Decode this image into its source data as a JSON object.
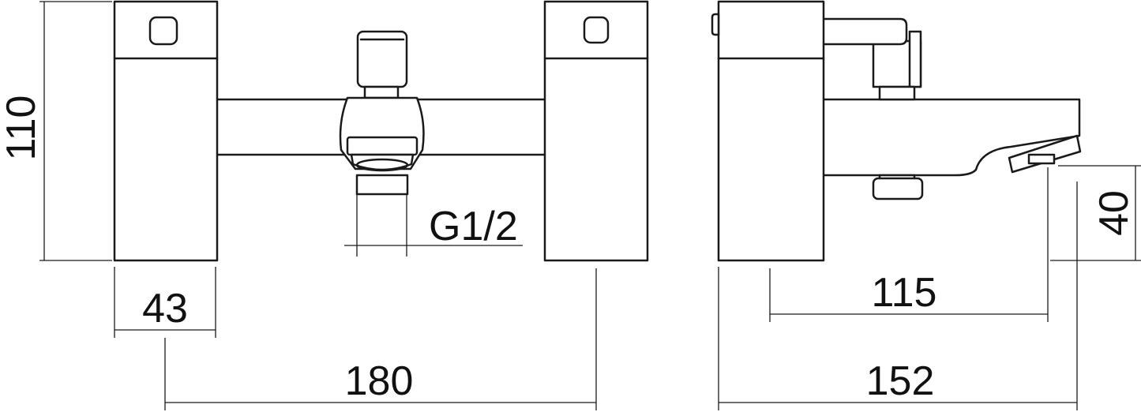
{
  "drawing": {
    "line_color": "#1a1a1a",
    "background": "#ffffff"
  },
  "dimensions": {
    "height_total": "110",
    "body_width": "43",
    "centers": "180",
    "thread": "G1/2",
    "spout_reach": "115",
    "depth": "152",
    "spout_height": "40"
  }
}
